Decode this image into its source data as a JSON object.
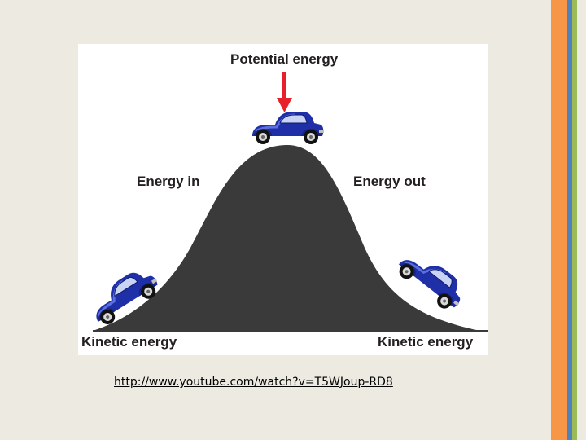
{
  "diagram": {
    "labels": {
      "potential": "Potential energy",
      "energy_in": "Energy in",
      "energy_out": "Energy out",
      "kinetic_left": "Kinetic energy",
      "kinetic_right": "Kinetic energy"
    },
    "colors": {
      "hill": "#3a3a3a",
      "arrow": "#e8202a",
      "car_body": "#1f2fa8"
    },
    "icons": [
      "car-icon",
      "down-arrow-icon"
    ]
  },
  "footer": {
    "link": "http://www.youtube.com/watch?v=T5WJoup-RD8"
  },
  "theme": {
    "stripes": [
      "#f79646",
      "#4f81bd",
      "#9bbb59"
    ]
  }
}
